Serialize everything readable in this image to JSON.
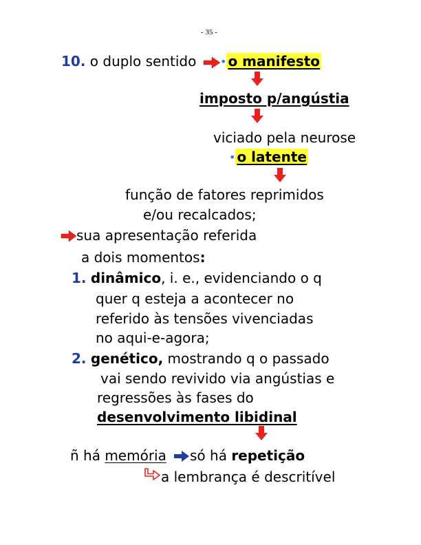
{
  "page_number": "- 35 -",
  "item10": {
    "number": "10.",
    "text": "o duplo sentido",
    "dot": "•",
    "manifest": "o manifesto",
    "imposed": "imposto p/angústia",
    "vitiated": "viciado pela neurose",
    "latent": "o latente",
    "function_line1": "função de fatores reprimidos",
    "function_line2": "e/ou recalcados;",
    "presentation_line1": "sua apresentação referida",
    "presentation_line2": "a dois momentos",
    "colon": ":"
  },
  "moments": [
    {
      "number": "1.",
      "term": "dinâmico",
      "lines": [
        ", i. e., evidenciando o q",
        "quer q esteja a acontecer no",
        "referido às  tensões vivenciadas",
        "no aqui-e-agora;"
      ]
    },
    {
      "number": "2.",
      "term": "genético,",
      "lines": [
        " mostrando q o passado",
        "vai sendo revivido via angústias e",
        "regressões às fases do",
        "desenvolvimento libidinal"
      ]
    }
  ],
  "conclusion": {
    "no_memory_prefix": "ñ há ",
    "memory": "memória",
    "only_prefix": "só há ",
    "repetition": "repetição",
    "remembrance": "a lembrança é descritível"
  },
  "colors": {
    "red_arrow": "#e8231f",
    "blue_arrow": "#1f3f9f",
    "highlight": "#ffff33",
    "number_blue": "#1f3f9f"
  },
  "icons": [
    "right-arrow-icon",
    "down-arrow-icon",
    "bent-arrow-icon"
  ]
}
